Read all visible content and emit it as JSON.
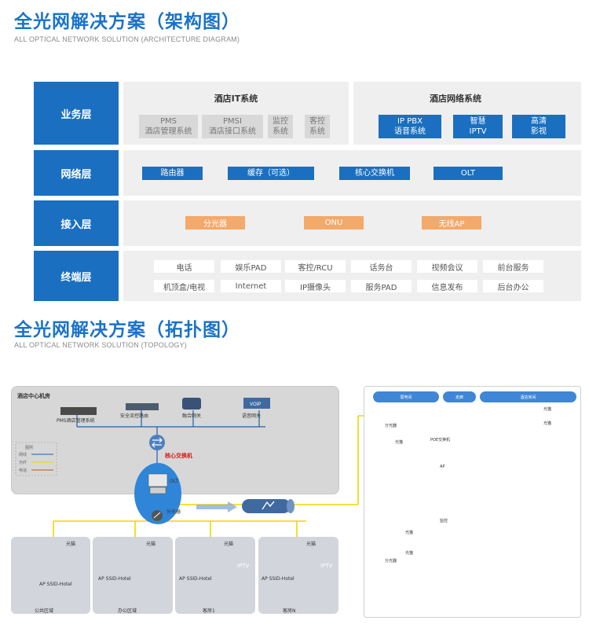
{
  "section1": {
    "title": "全光网解决方案（架构图）",
    "subtitle": "ALL OPTICAL NETWORK SOLUTION (ARCHITECTURE DIAGRAM)"
  },
  "layers": {
    "business": "业务层",
    "network": "网络层",
    "access": "接入层",
    "terminal": "终端层"
  },
  "business": {
    "hotel_it": {
      "title": "酒店IT系统",
      "items": [
        {
          "line1": "PMS",
          "line2": "酒店管理系统"
        },
        {
          "line1": "PMSI",
          "line2": "酒店接口系统"
        },
        {
          "line1": "监控",
          "line2": "系统"
        },
        {
          "line1": "客控",
          "line2": "系统"
        }
      ]
    },
    "hotel_net": {
      "title": "酒店网络系统",
      "items": [
        {
          "line1": "IP PBX",
          "line2": "语音系统"
        },
        {
          "line1": "智慧",
          "line2": "IPTV"
        },
        {
          "line1": "高清",
          "line2": "影视"
        }
      ]
    }
  },
  "network": [
    "路由器",
    "缓存（可选）",
    "核心交换机",
    "OLT"
  ],
  "access": [
    "分光器",
    "ONU",
    "无线AP"
  ],
  "terminal": {
    "row1": [
      "电话",
      "娱乐PAD",
      "客控/RCU",
      "话务台",
      "视频会议",
      "前台服务"
    ],
    "row2": [
      "机顶盒/电视",
      "Internet",
      "IP摄像头",
      "服务PAD",
      "信息发布",
      "后台办公"
    ]
  },
  "section2": {
    "title": "全光网解决方案（拓扑图）",
    "subtitle": "ALL OPTICAL NETWORK SOLUTION (TOPOLOGY)"
  },
  "topology": {
    "room_title": "酒店中心机房",
    "servers": [
      "PMS酒店管理系统",
      "安全流控路由",
      "融合网关",
      "语音网关"
    ],
    "core_switch": "核心交换机",
    "legend": {
      "title": "图例",
      "items": [
        "网线",
        "光纤",
        "电话"
      ]
    },
    "olt": "OLT",
    "splitter": "分光器",
    "onu": "光猫",
    "ap": "AP SSID-Hotel",
    "iptv": "IPTV",
    "zones": [
      "公共区域",
      "办公区域",
      "客房1",
      "客房N"
    ],
    "right": {
      "pills": [
        "弱电间",
        "走廊",
        "酒店房间"
      ],
      "splitter": "分光器",
      "onu": "光猫",
      "poe": "POE交换机",
      "ap": "AP",
      "camera": "监控"
    }
  },
  "colors": {
    "blue": "#1a6fc0",
    "orange": "#f3a96a",
    "fiber": "#f2d600",
    "cable": "#1f5fa8",
    "phone": "#b35a1f"
  }
}
